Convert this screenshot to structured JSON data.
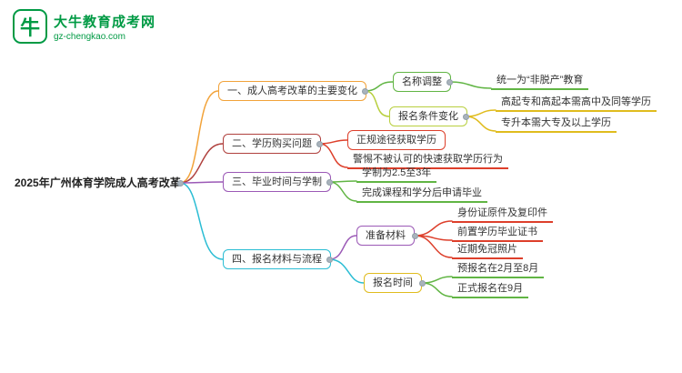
{
  "logo": {
    "title": "大牛教育成考网",
    "subtitle": "gz-chengkao.com",
    "color": "#009a44",
    "icon_glyph": "牛"
  },
  "root": {
    "label": "2025年广州体育学院成人高考改革"
  },
  "branches": [
    {
      "label": "一、成人高考改革的主要变化",
      "color": "#f2a33a",
      "children": [
        {
          "label": "名称调整",
          "color": "#61b544",
          "children": [
            {
              "label": "统一为“非脱产”教育",
              "color": "#61b544"
            }
          ]
        },
        {
          "label": "报名条件变化",
          "color": "#b8cf3e",
          "children": [
            {
              "label": "高起专和高起本需高中及同等学历",
              "color": "#e0bc1e"
            },
            {
              "label": "专升本需大专及以上学历",
              "color": "#e0bc1e"
            }
          ]
        }
      ]
    },
    {
      "label": "二、学历购买问题",
      "color": "#b0413e",
      "children": [
        {
          "label": "正规途径获取学历",
          "color": "#dd3f2b"
        },
        {
          "label": "警惕不被认可的快速获取学历行为",
          "color": "#dd3f2b"
        }
      ]
    },
    {
      "label": "三、毕业时间与学制",
      "color": "#9b59b6",
      "children": [
        {
          "label": "学制为2.5至3年",
          "color": "#61b544"
        },
        {
          "label": "完成课程和学分后申请毕业",
          "color": "#61b544"
        }
      ]
    },
    {
      "label": "四、报名材料与流程",
      "color": "#2bbdd4",
      "children": [
        {
          "label": "准备材料",
          "color": "#9b59b6",
          "children": [
            {
              "label": "身份证原件及复印件",
              "color": "#dd3f2b"
            },
            {
              "label": "前置学历毕业证书",
              "color": "#dd3f2b"
            },
            {
              "label": "近期免冠照片",
              "color": "#dd3f2b"
            }
          ]
        },
        {
          "label": "报名时间",
          "color": "#e0bc1e",
          "children": [
            {
              "label": "预报名在2月至8月",
              "color": "#61b544"
            },
            {
              "label": "正式报名在9月",
              "color": "#61b544"
            }
          ]
        }
      ]
    }
  ]
}
